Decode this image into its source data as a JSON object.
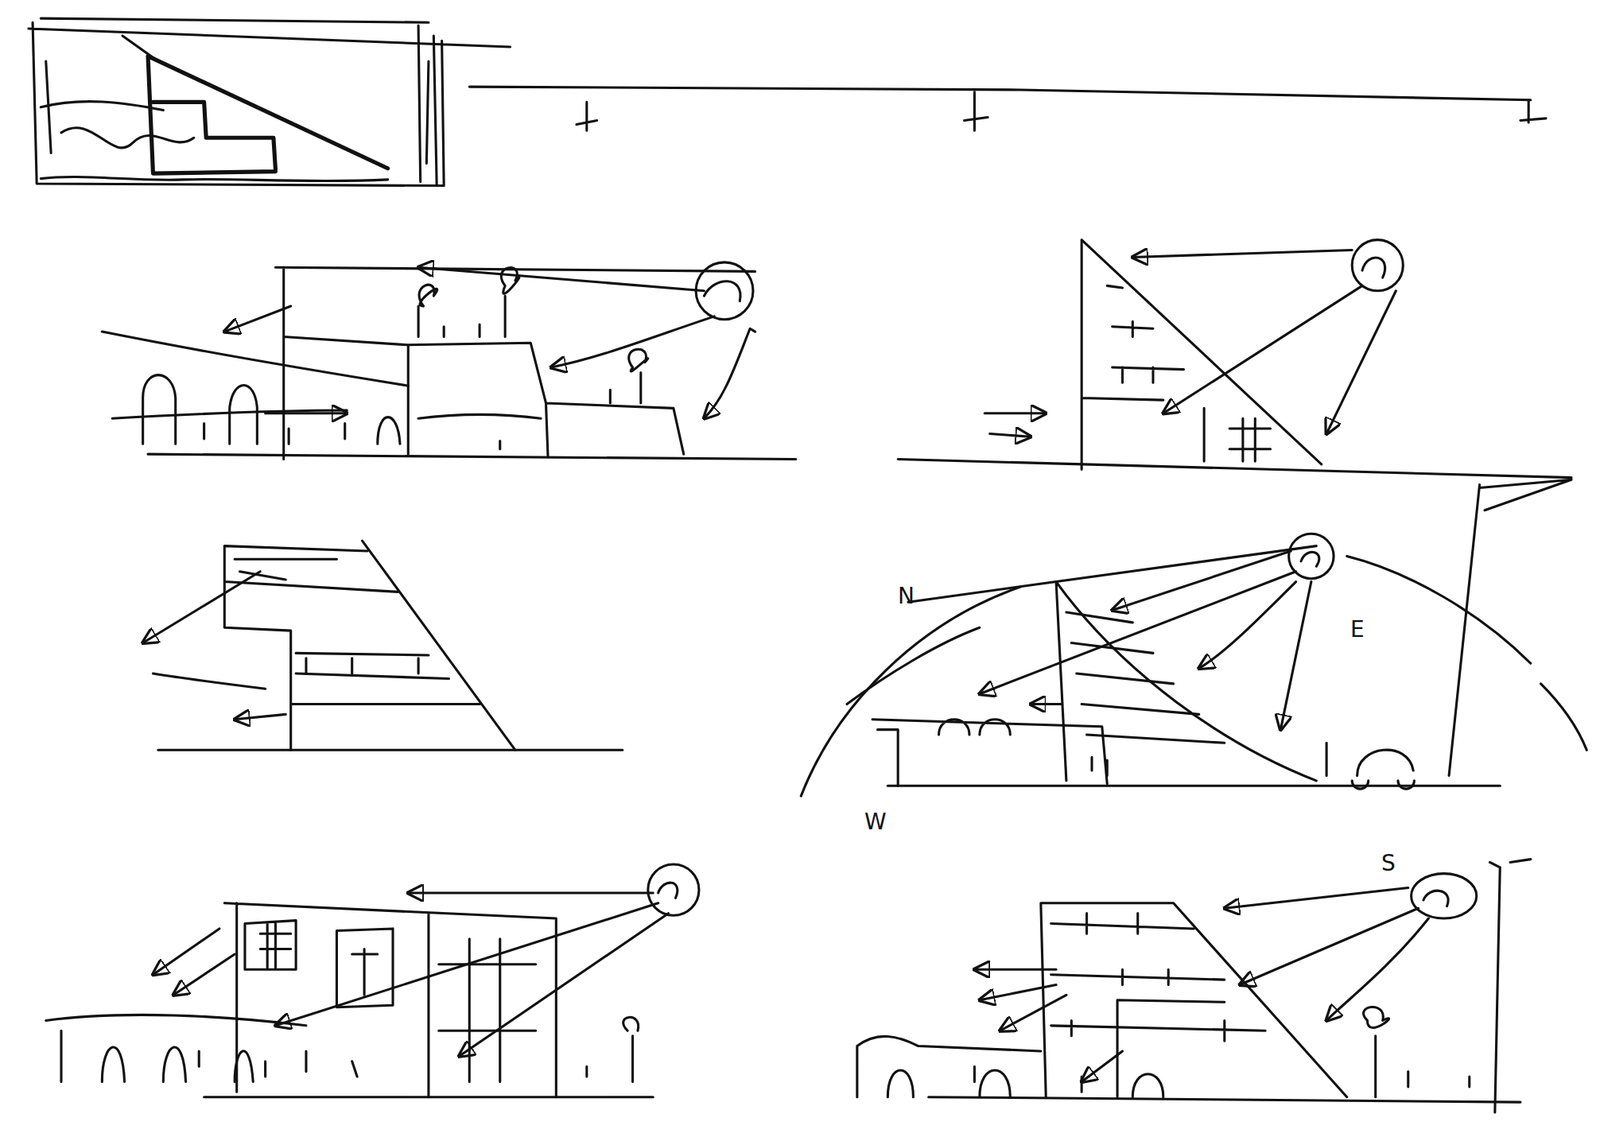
{
  "diagram": {
    "labels": [
      "N",
      "E",
      "W",
      "S"
    ]
  }
}
